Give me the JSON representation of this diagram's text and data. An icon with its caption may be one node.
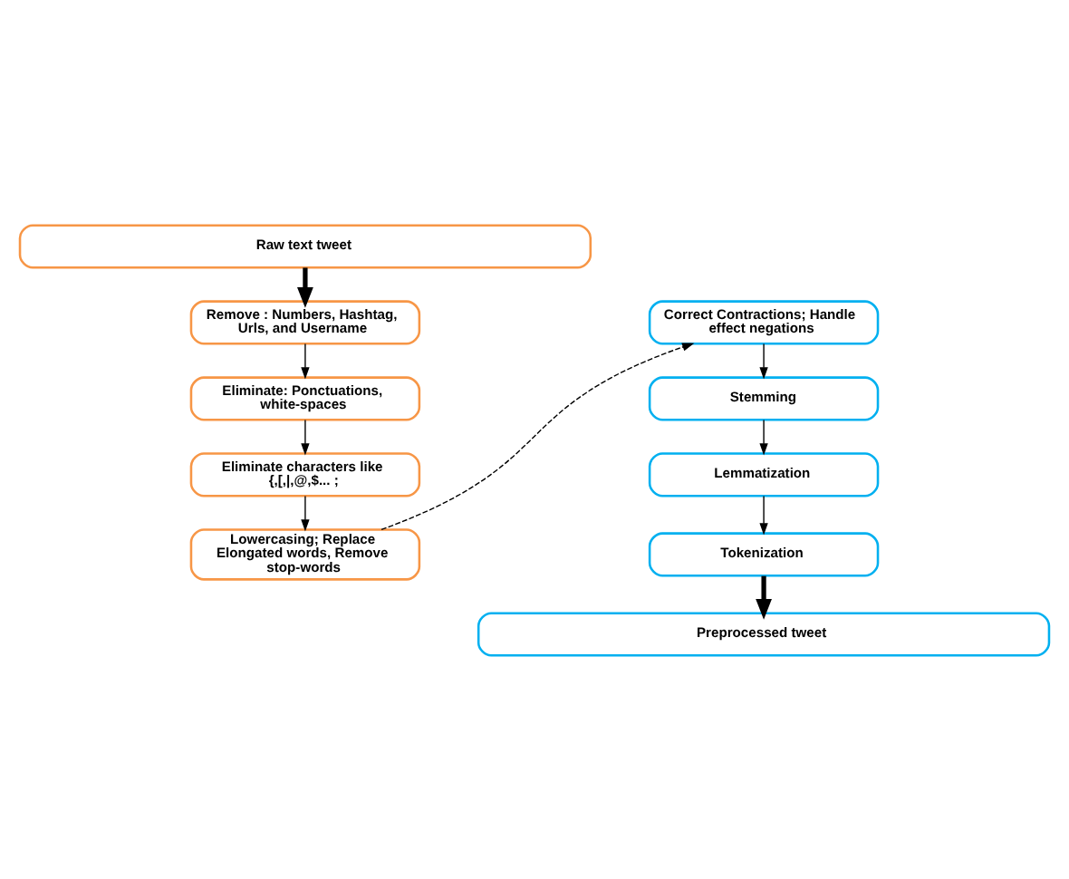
{
  "diagram": {
    "nodes": [
      {
        "text": [
          "Raw text tweet"
        ]
      },
      {
        "text": [
          "Remove : Numbers, Hashtag, Urls, and Username"
        ]
      },
      {
        "text": [
          "Eliminate: Ponctuations, white-spaces"
        ]
      },
      {
        "text": [
          "Eliminate characters like {,[,|,@,$... ;"
        ]
      },
      {
        "text": [
          "Lowercasing; Replace Elongated words, Remove stop-words"
        ]
      },
      {
        "text": [
          "Correct Contractions; Handle effect negations"
        ]
      },
      {
        "text": [
          "Stemming"
        ]
      },
      {
        "text": [
          "Lemmatization"
        ]
      },
      {
        "text": [
          "Tokenization"
        ]
      },
      {
        "text": [
          "Preprocessed tweet"
        ]
      }
    ],
    "edges": [
      {
        "from": 0,
        "to": 1,
        "arrow": "to",
        "style": "thick"
      },
      {
        "from": 1,
        "to": 2,
        "arrow": "to"
      },
      {
        "from": 2,
        "to": 3,
        "arrow": "to"
      },
      {
        "from": 3,
        "to": 4,
        "arrow": "to"
      },
      {
        "from": 4,
        "to": 5,
        "arrow": "to",
        "style": "dashed"
      },
      {
        "from": 5,
        "to": 6,
        "arrow": "to"
      },
      {
        "from": 6,
        "to": 7,
        "arrow": "to"
      },
      {
        "from": 7,
        "to": 8,
        "arrow": "to"
      },
      {
        "from": 8,
        "to": 9,
        "arrow": "to",
        "style": "thick"
      }
    ]
  }
}
